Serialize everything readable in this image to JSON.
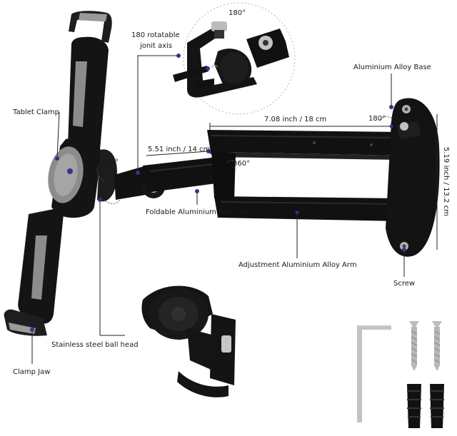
{
  "labels": {
    "joint_axis": "180 rotatable",
    "joint_axis_line2": "jonit axis",
    "base": "Aluminium Alloy Base",
    "tablet_clamp": "Tablet Clamp",
    "width_dim": "7.08 inch / 18 cm",
    "short_dim": "5.51 inch / 14 cm",
    "height_dim": "5.19 inch / 13.2 cm",
    "foldable_arm": "Foldable Aluminium Alloy Arm",
    "adjust_arm": "Adjustment Aluminium Alloy Arm",
    "screw": "Screw",
    "ball_head": "Stainless steel ball  head",
    "clamp_jaw": "Clamp Jaw"
  },
  "rotations": {
    "top_detail": "180°",
    "base_joint": "180°",
    "left_joint": "360°",
    "mid_joint": "360°"
  },
  "colors": {
    "marker": "#3b2f8f",
    "body": "#141414",
    "grey_pad": "#8c8c8c",
    "leader": "#222222",
    "dashed": "#b8b48a"
  }
}
